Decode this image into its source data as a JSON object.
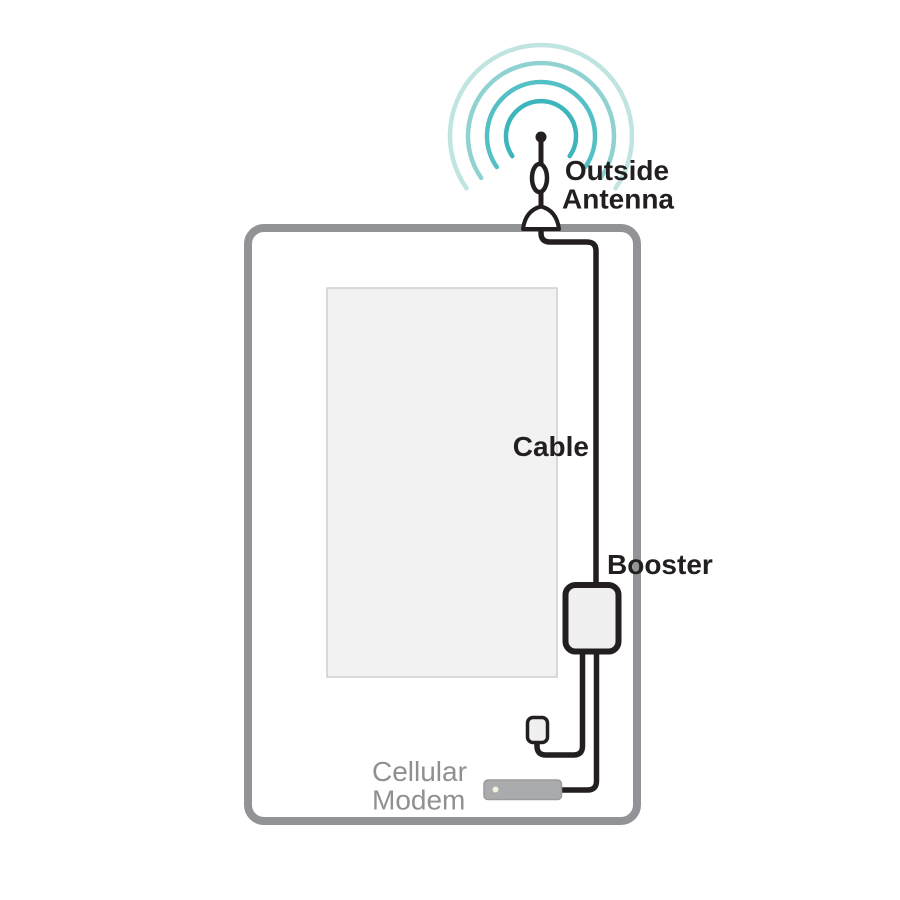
{
  "diagram": {
    "labels": {
      "outside_antenna_line1": "Outside",
      "outside_antenna_line2": "Antenna",
      "cable": "Cable",
      "booster": "Booster",
      "modem_line1": "Cellular",
      "modem_line2": "Modem"
    },
    "colors": {
      "background": "#ffffff",
      "label_text": "#231f20",
      "modem_label_text": "#8f9191",
      "wall": "#919396",
      "cable": "#231f20",
      "antenna": "#231f20",
      "antenna_fill": "#ffffff",
      "device_fill": "#f0f0f0",
      "device_stroke": "#231f20",
      "window_fill": "#f2f2f2",
      "window_stroke": "#cfcfcf",
      "modem_fill": "#aaabad",
      "modem_stroke": "#9b9b9d",
      "led": "#eff3dc"
    },
    "waves": {
      "colors": [
        "#3cb5bb",
        "#52c0c4",
        "#8fd2d1",
        "#c0e5e1"
      ]
    }
  }
}
